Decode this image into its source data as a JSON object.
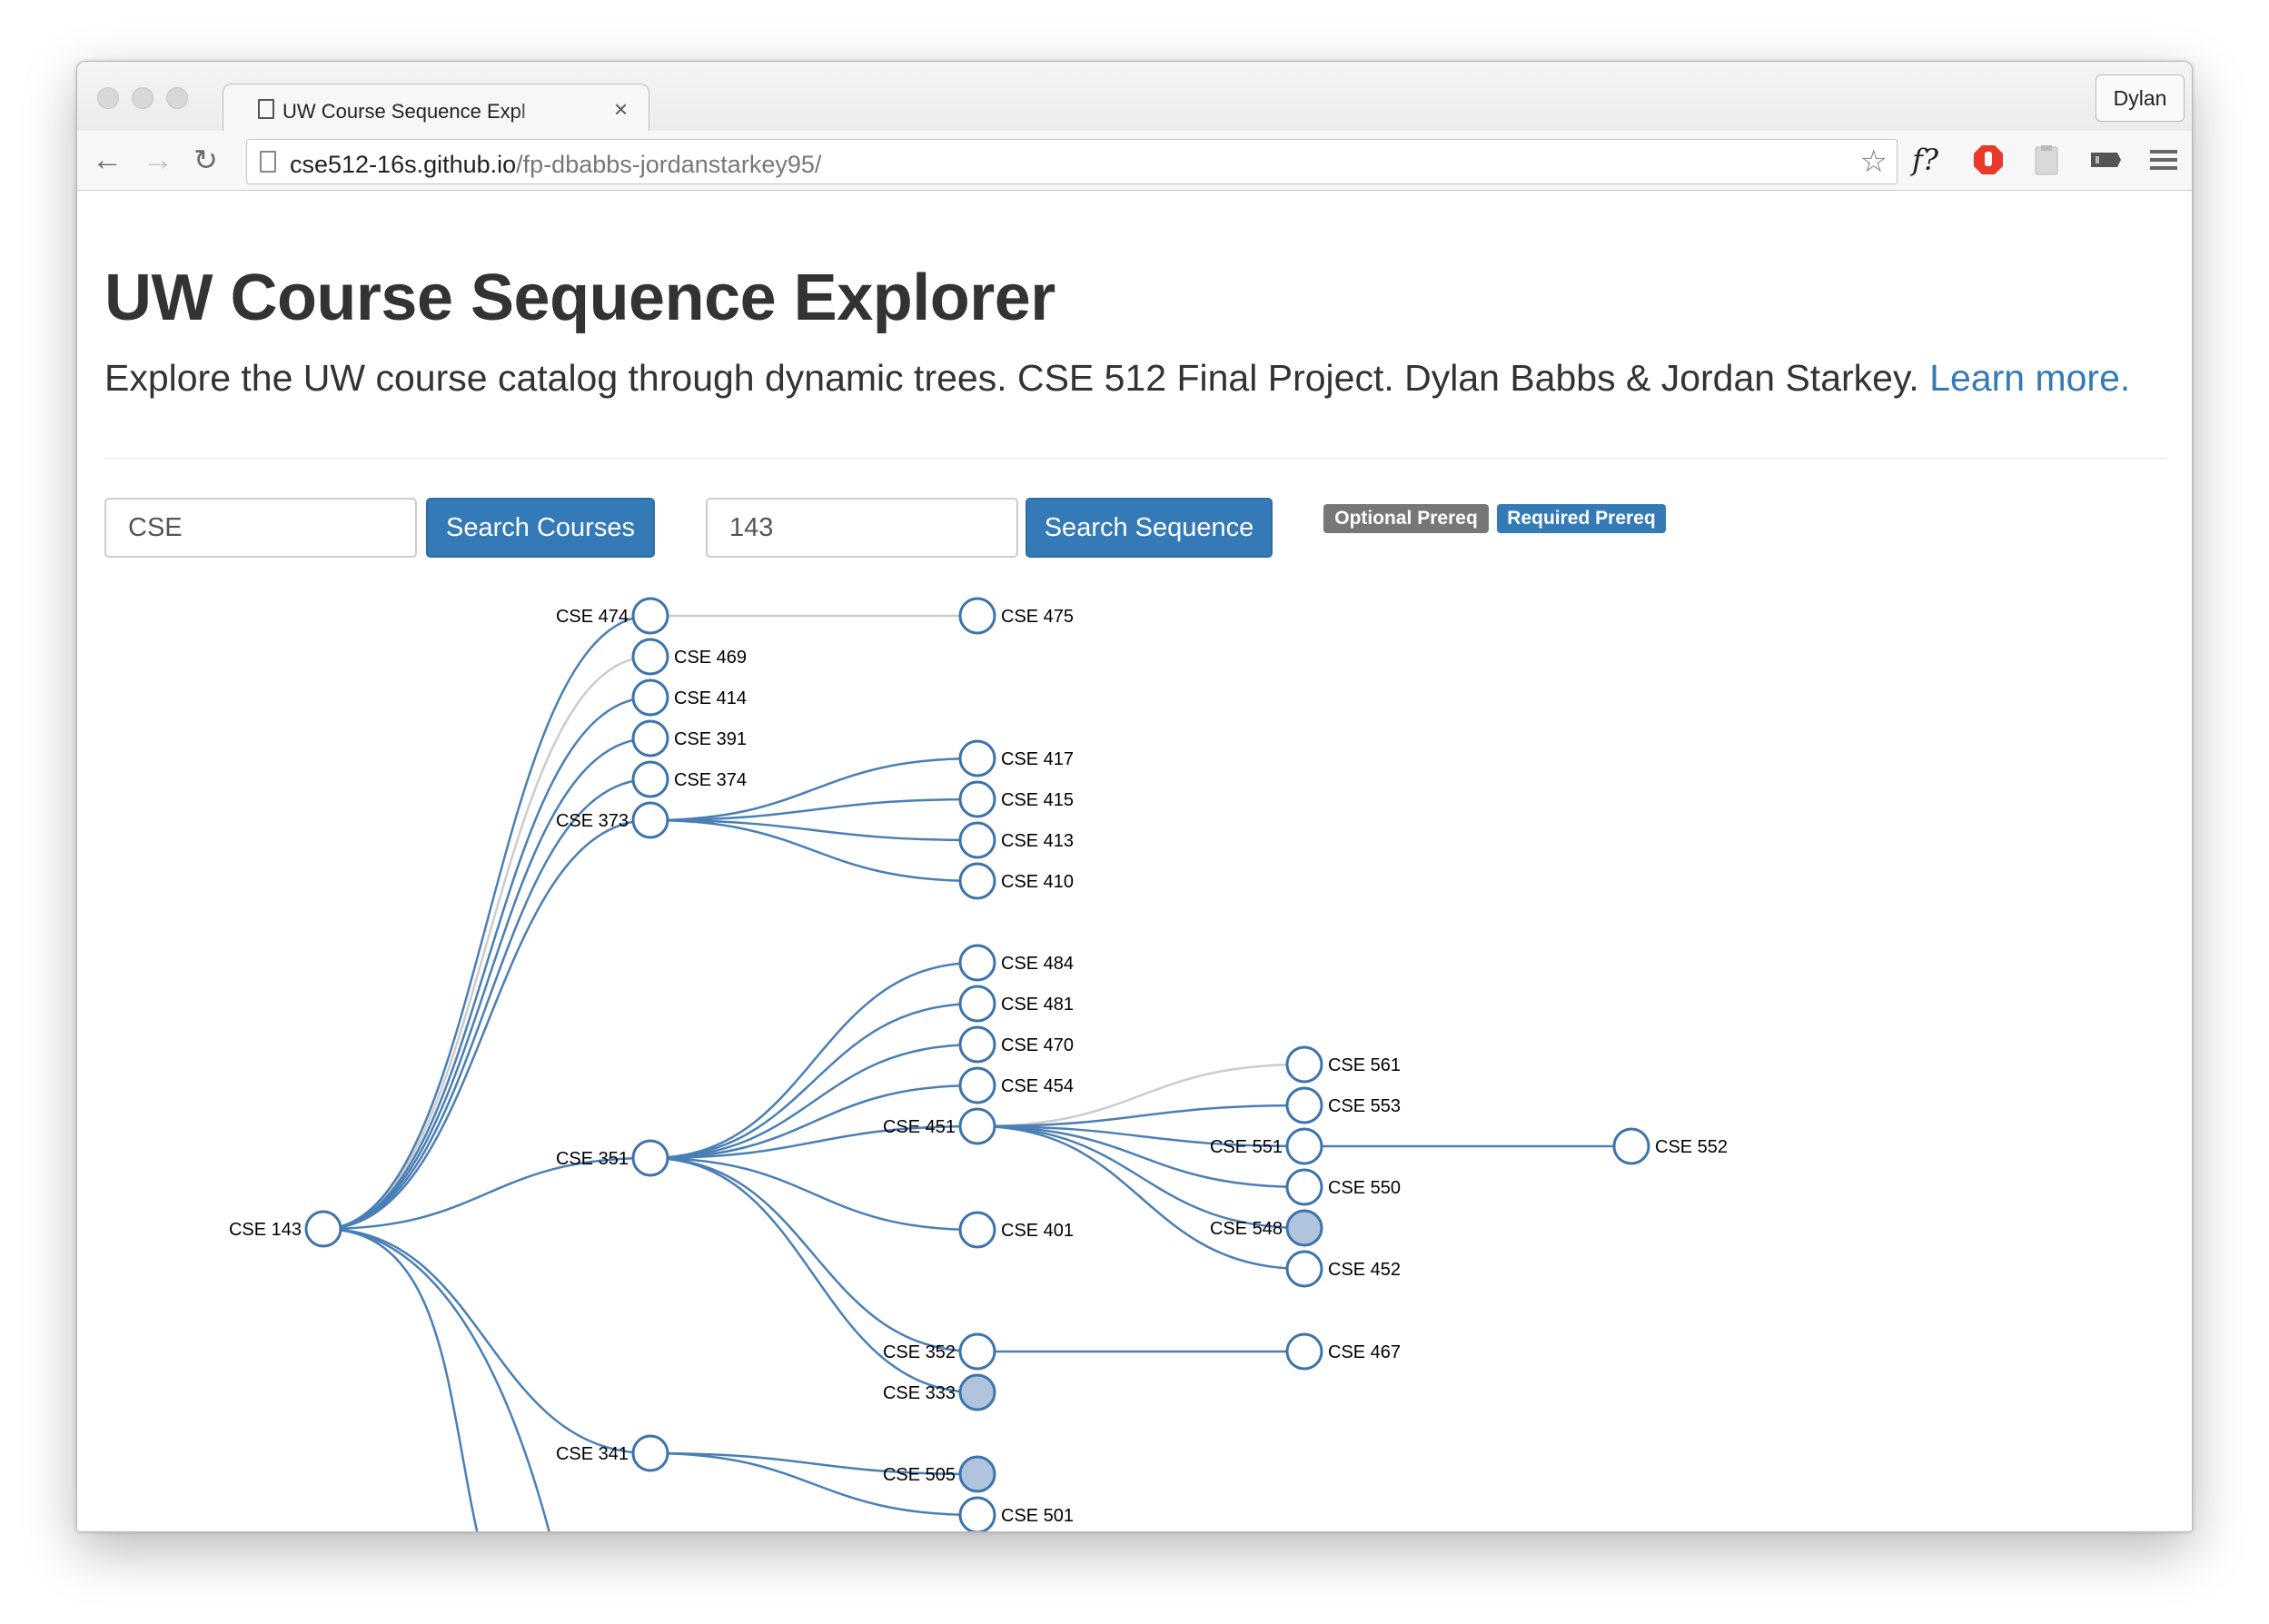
{
  "browser": {
    "tab_title": "UW Course Sequence Expl",
    "tab_close": "×",
    "profile_name": "Dylan",
    "url_host": "cse512-16s.github.io",
    "url_path": "/fp-dbabbs-jordanstarkey95/",
    "extension_f": "f?"
  },
  "header": {
    "title": "UW Course Sequence Explorer",
    "lead": "Explore the UW course catalog through dynamic trees. CSE 512 Final Project. Dylan Babbs & Jordan Starkey.",
    "learn_more": "Learn more."
  },
  "controls": {
    "course_value": "CSE",
    "search_courses_label": "Search Courses",
    "sequence_value": "143",
    "search_sequence_label": "Search Sequence"
  },
  "legend": {
    "optional_label": "Optional Prereq",
    "required_label": "Required Prereq",
    "optional_color": "#777777",
    "required_color": "#337ab7"
  },
  "tree": {
    "root": "CSE 143",
    "nodes": [
      {
        "id": "CSE 143",
        "depth": 0,
        "label_side": "left",
        "filled": false
      },
      {
        "id": "CSE 474",
        "depth": 1,
        "label_side": "left",
        "filled": false
      },
      {
        "id": "CSE 469",
        "depth": 1,
        "label_side": "right",
        "filled": false
      },
      {
        "id": "CSE 414",
        "depth": 1,
        "label_side": "right",
        "filled": false
      },
      {
        "id": "CSE 391",
        "depth": 1,
        "label_side": "right",
        "filled": false
      },
      {
        "id": "CSE 374",
        "depth": 1,
        "label_side": "right",
        "filled": false
      },
      {
        "id": "CSE 373",
        "depth": 1,
        "label_side": "left",
        "filled": false
      },
      {
        "id": "CSE 351",
        "depth": 1,
        "label_side": "left",
        "filled": false
      },
      {
        "id": "CSE 341",
        "depth": 1,
        "label_side": "left",
        "filled": false
      },
      {
        "id": "CSE 475",
        "depth": 2,
        "label_side": "right",
        "filled": false
      },
      {
        "id": "CSE 417",
        "depth": 2,
        "label_side": "right",
        "filled": false
      },
      {
        "id": "CSE 415",
        "depth": 2,
        "label_side": "right",
        "filled": false
      },
      {
        "id": "CSE 413",
        "depth": 2,
        "label_side": "right",
        "filled": false
      },
      {
        "id": "CSE 410",
        "depth": 2,
        "label_side": "right",
        "filled": false
      },
      {
        "id": "CSE 484",
        "depth": 2,
        "label_side": "right",
        "filled": false
      },
      {
        "id": "CSE 481",
        "depth": 2,
        "label_side": "right",
        "filled": false
      },
      {
        "id": "CSE 470",
        "depth": 2,
        "label_side": "right",
        "filled": false
      },
      {
        "id": "CSE 454",
        "depth": 2,
        "label_side": "right",
        "filled": false
      },
      {
        "id": "CSE 451",
        "depth": 2,
        "label_side": "left",
        "filled": false
      },
      {
        "id": "CSE 401",
        "depth": 2,
        "label_side": "right",
        "filled": false
      },
      {
        "id": "CSE 352",
        "depth": 2,
        "label_side": "left",
        "filled": false
      },
      {
        "id": "CSE 333",
        "depth": 2,
        "label_side": "left",
        "filled": true
      },
      {
        "id": "CSE 505",
        "depth": 2,
        "label_side": "left",
        "filled": true
      },
      {
        "id": "CSE 501",
        "depth": 2,
        "label_side": "right",
        "filled": false
      },
      {
        "id": "CSE 561",
        "depth": 3,
        "label_side": "right",
        "filled": false
      },
      {
        "id": "CSE 553",
        "depth": 3,
        "label_side": "right",
        "filled": false
      },
      {
        "id": "CSE 551",
        "depth": 3,
        "label_side": "left",
        "filled": false
      },
      {
        "id": "CSE 550",
        "depth": 3,
        "label_side": "right",
        "filled": false
      },
      {
        "id": "CSE 548",
        "depth": 3,
        "label_side": "left",
        "filled": true
      },
      {
        "id": "CSE 452",
        "depth": 3,
        "label_side": "right",
        "filled": false
      },
      {
        "id": "CSE 467",
        "depth": 3,
        "label_side": "right",
        "filled": false
      },
      {
        "id": "CSE 552",
        "depth": 4,
        "label_side": "right",
        "filled": false
      }
    ],
    "links": [
      {
        "from": "CSE 143",
        "to": "CSE 474",
        "type": "required"
      },
      {
        "from": "CSE 143",
        "to": "CSE 469",
        "type": "optional"
      },
      {
        "from": "CSE 143",
        "to": "CSE 414",
        "type": "required"
      },
      {
        "from": "CSE 143",
        "to": "CSE 391",
        "type": "required"
      },
      {
        "from": "CSE 143",
        "to": "CSE 374",
        "type": "required"
      },
      {
        "from": "CSE 143",
        "to": "CSE 373",
        "type": "required"
      },
      {
        "from": "CSE 143",
        "to": "CSE 351",
        "type": "required"
      },
      {
        "from": "CSE 143",
        "to": "CSE 341",
        "type": "required"
      },
      {
        "from": "CSE 474",
        "to": "CSE 475",
        "type": "optional"
      },
      {
        "from": "CSE 373",
        "to": "CSE 417",
        "type": "required"
      },
      {
        "from": "CSE 373",
        "to": "CSE 415",
        "type": "required"
      },
      {
        "from": "CSE 373",
        "to": "CSE 413",
        "type": "required"
      },
      {
        "from": "CSE 373",
        "to": "CSE 410",
        "type": "required"
      },
      {
        "from": "CSE 351",
        "to": "CSE 484",
        "type": "required"
      },
      {
        "from": "CSE 351",
        "to": "CSE 481",
        "type": "required"
      },
      {
        "from": "CSE 351",
        "to": "CSE 470",
        "type": "required"
      },
      {
        "from": "CSE 351",
        "to": "CSE 454",
        "type": "required"
      },
      {
        "from": "CSE 351",
        "to": "CSE 451",
        "type": "required"
      },
      {
        "from": "CSE 351",
        "to": "CSE 401",
        "type": "required"
      },
      {
        "from": "CSE 351",
        "to": "CSE 352",
        "type": "required"
      },
      {
        "from": "CSE 351",
        "to": "CSE 333",
        "type": "required"
      },
      {
        "from": "CSE 451",
        "to": "CSE 561",
        "type": "optional"
      },
      {
        "from": "CSE 451",
        "to": "CSE 553",
        "type": "required"
      },
      {
        "from": "CSE 451",
        "to": "CSE 551",
        "type": "required"
      },
      {
        "from": "CSE 451",
        "to": "CSE 550",
        "type": "required"
      },
      {
        "from": "CSE 451",
        "to": "CSE 548",
        "type": "required"
      },
      {
        "from": "CSE 451",
        "to": "CSE 452",
        "type": "required"
      },
      {
        "from": "CSE 551",
        "to": "CSE 552",
        "type": "required"
      },
      {
        "from": "CSE 352",
        "to": "CSE 467",
        "type": "required"
      },
      {
        "from": "CSE 341",
        "to": "CSE 505",
        "type": "required"
      },
      {
        "from": "CSE 341",
        "to": "CSE 501",
        "type": "required"
      }
    ],
    "colors": {
      "required_link": "#4a7fb5",
      "optional_link": "#cccccc",
      "node_stroke": "#3d73ab",
      "node_fill": "#ffffff",
      "node_filled": "#b0c4de"
    }
  }
}
